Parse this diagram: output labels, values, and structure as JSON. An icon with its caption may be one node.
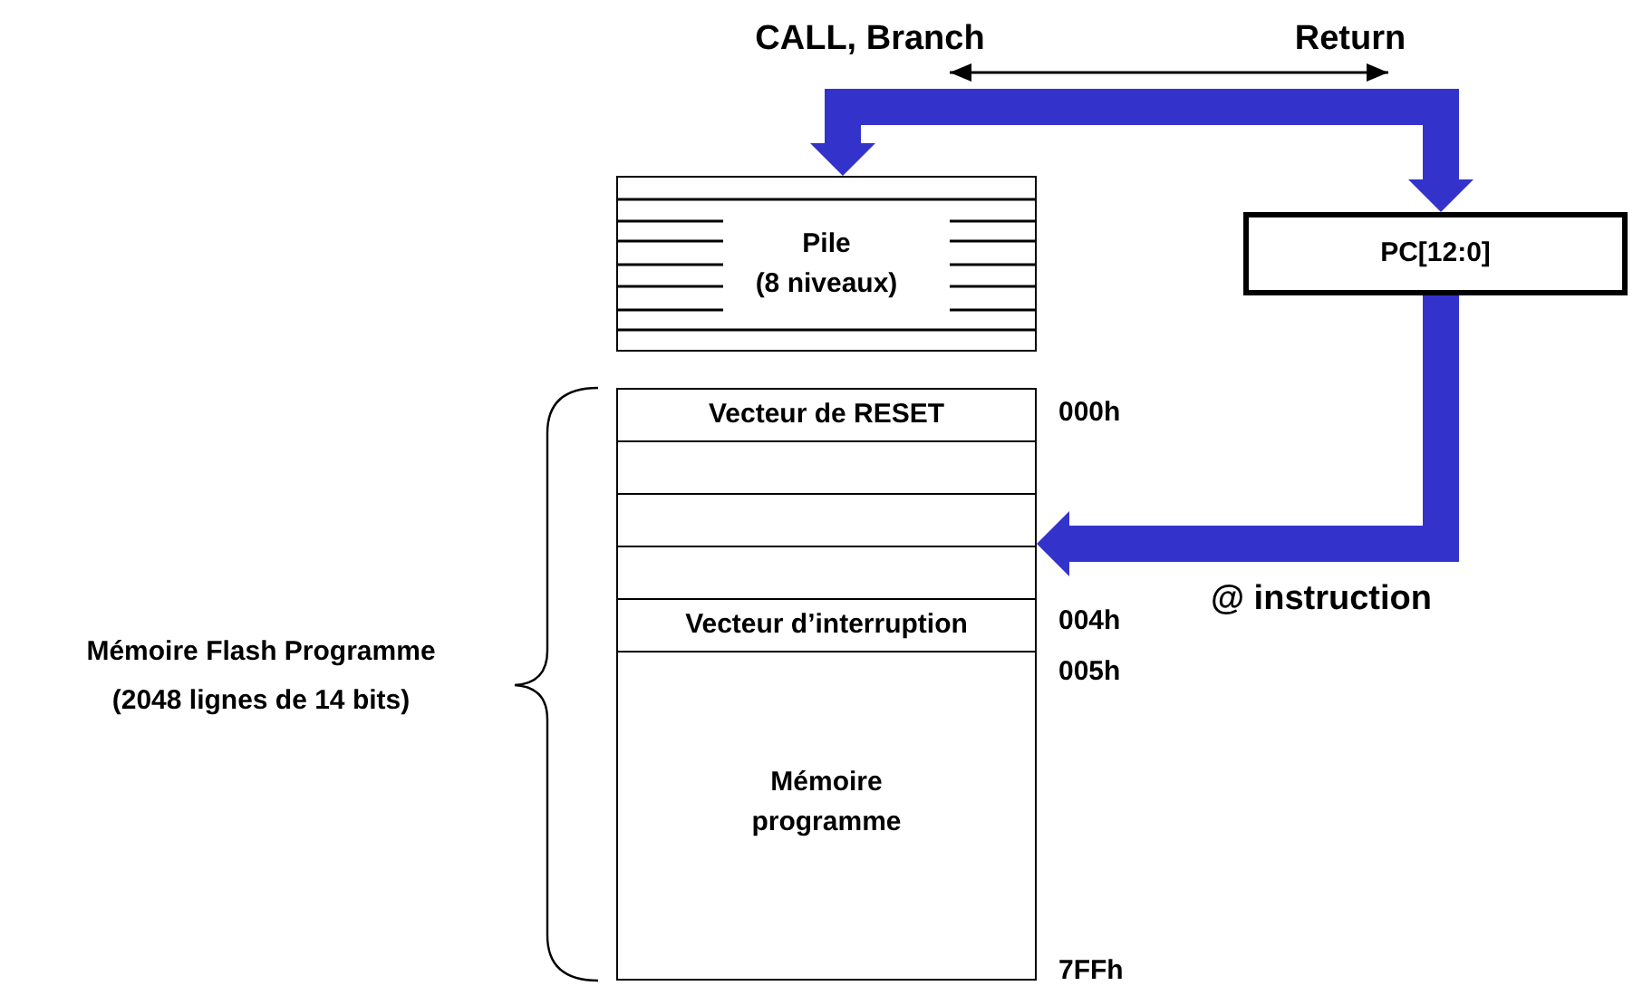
{
  "diagram": {
    "nodes": [
      {
        "text": [
          "Pile",
          "(8 niveaux)"
        ]
      },
      {
        "text": [
          "PC[12:0]"
        ]
      },
      {
        "text": [],
        "shape": "box"
      },
      {
        "text": [
          "Vecteur de RESET"
        ],
        "in": 2
      },
      {
        "text": [],
        "shape": "box",
        "in": 2
      },
      {
        "text": [],
        "shape": "box",
        "in": 2
      },
      {
        "text": [],
        "shape": "box",
        "in": 2
      },
      {
        "text": [
          "Vecteur d’interruption"
        ],
        "in": 2
      },
      {
        "text": [
          "Mémoire programme"
        ],
        "in": 2
      }
    ],
    "edges": [
      {
        "from": 1,
        "to": 0,
        "arrow": "both"
      },
      {
        "from": 1,
        "to": 2,
        "arrow": "to",
        "label": "@ instruction"
      }
    ],
    "labels": [
      "CALL, Branch",
      "Return",
      "000h",
      "Mémoire Flash Programme (2048 lignes de 14 bits)",
      "004h",
      "005h",
      "7FFh"
    ]
  }
}
